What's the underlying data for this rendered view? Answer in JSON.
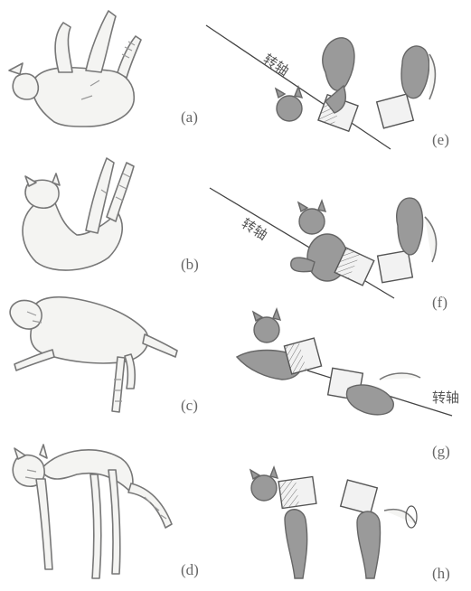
{
  "panels": {
    "a": {
      "label": "(a)"
    },
    "b": {
      "label": "(b)"
    },
    "c": {
      "label": "(c)"
    },
    "d": {
      "label": "(d)"
    },
    "e": {
      "label": "(e)",
      "axis_label": "转轴"
    },
    "f": {
      "label": "(f)",
      "axis_label": "转轴"
    },
    "g": {
      "label": "(g)",
      "axis_label": "转轴"
    },
    "h": {
      "label": "(h)"
    }
  }
}
